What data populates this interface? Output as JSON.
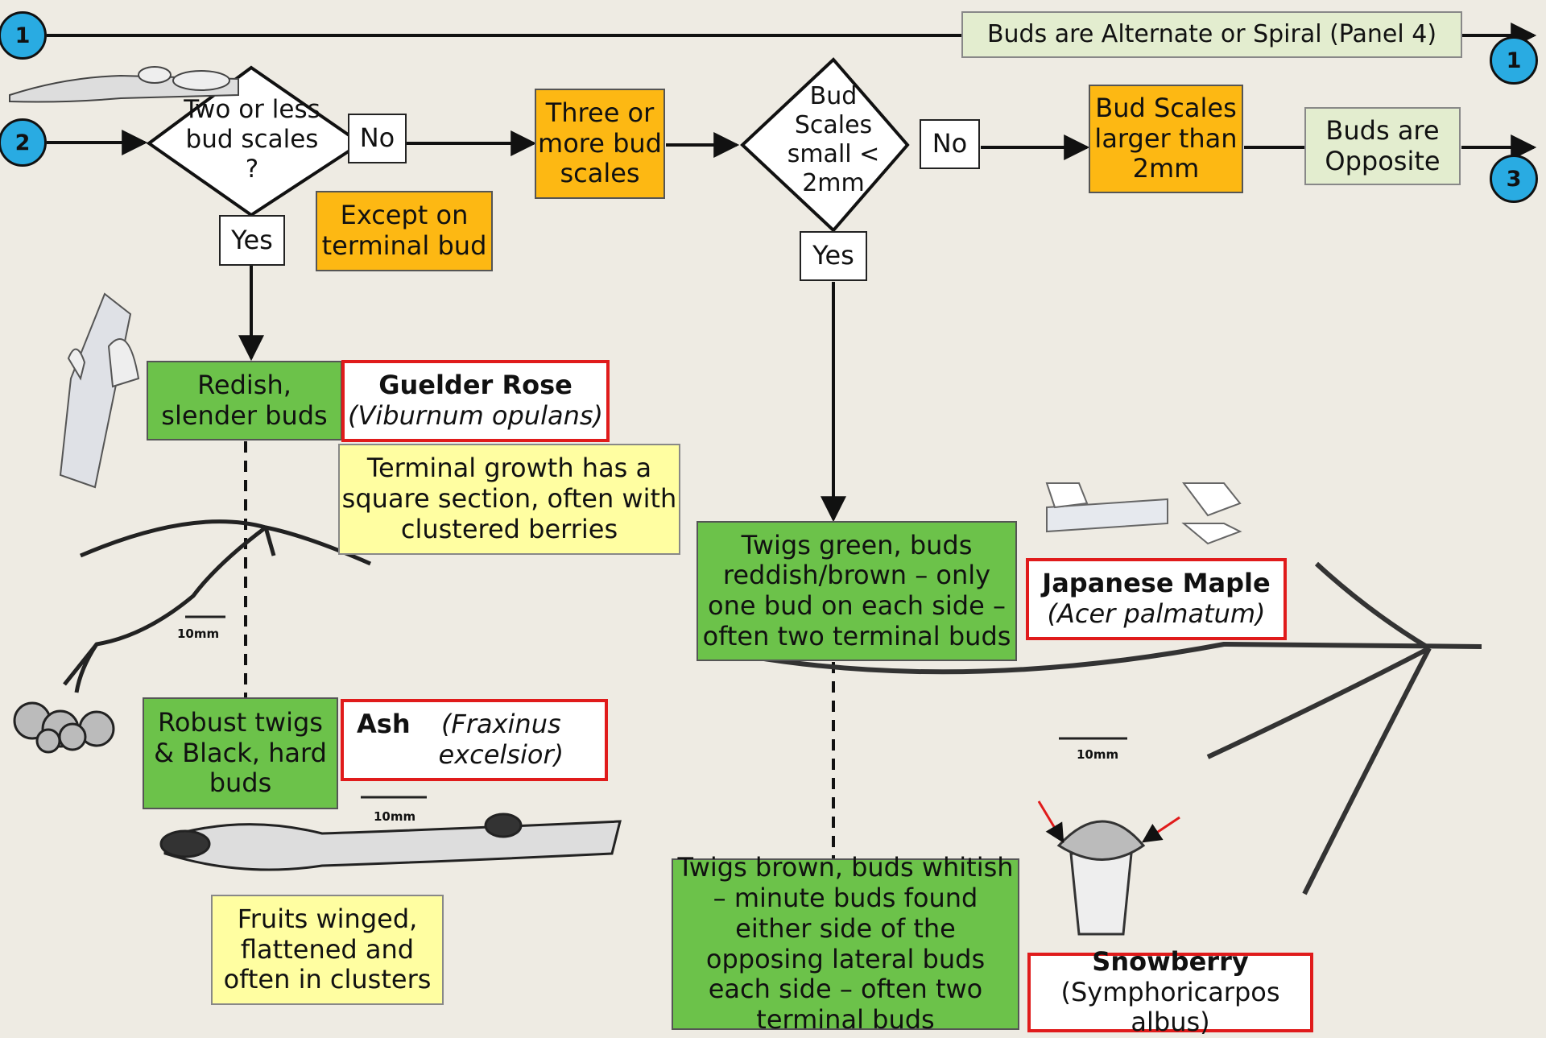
{
  "connectors": {
    "c1_left": "1",
    "c1_right": "1",
    "c2_left": "2",
    "c3_right": "3"
  },
  "labels": {
    "alt_spiral": "Buds are Alternate or Spiral (Panel 4)",
    "q1": "Two or less bud scales ?",
    "no1": "No",
    "yes1": "Yes",
    "except_terminal": "Except on terminal bud",
    "three_more": "Three or more bud scales",
    "q2": "Bud Scales small < 2mm",
    "no2": "No",
    "yes2": "Yes",
    "scales_larger": "Bud Scales larger than 2mm",
    "buds_opposite": "Buds are Opposite",
    "redish": "Redish, slender buds",
    "robust": "Robust twigs & Black, hard buds",
    "twigs_green": "Twigs green, buds reddish/brown – only one bud on each side – often two terminal buds",
    "twigs_brown": "Twigs brown, buds whitish – minute buds found either side of the opposing lateral buds each side – often two terminal buds",
    "terminal_square": "Terminal growth has a square section, often with clustered berries",
    "fruits_winged": "Fruits winged, flattened and often in clusters"
  },
  "species": {
    "guelder": {
      "common": "Guelder Rose",
      "latin": "(Viburnum opulans)"
    },
    "ash": {
      "common": "Ash",
      "latin": "(Fraxinus excelsior)"
    },
    "japanese": {
      "common": "Japanese Maple",
      "latin": "(Acer palmatum)"
    },
    "snowberry": {
      "common": "Snowberry",
      "latin": "(Symphoricarpos albus)"
    }
  },
  "scales": {
    "s1": "10mm",
    "s2": "10mm",
    "s3": "10mm"
  },
  "colors": {
    "connector": "#29abe2",
    "orange": "#fdb813",
    "green": "#6cc24a",
    "species_border": "#e01b1b",
    "note": "#fffea1",
    "pale_green": "#e3edcf"
  }
}
